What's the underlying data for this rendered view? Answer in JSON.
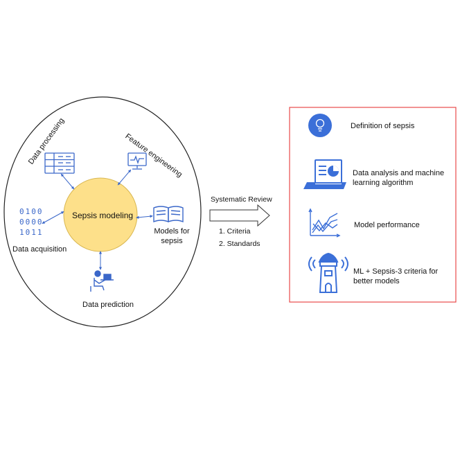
{
  "cycle": {
    "center_label": "Sepsis modeling",
    "nodes": {
      "data_processing": "Data processing",
      "feature_engineering": "Feature engineering",
      "data_acquisition": "Data acquisition",
      "models_for_sepsis": "Models for\nsepsis",
      "data_prediction": "Data prediction"
    },
    "binary_rows": [
      "0100",
      "0000",
      "1011"
    ]
  },
  "arrow": {
    "label": "Systematic Review",
    "items": [
      "1. Criteria",
      "2. Standards"
    ]
  },
  "panel": {
    "border_color": "#e84a4a",
    "accent_color": "#3b6fd8",
    "items": [
      {
        "icon": "lightbulb-icon",
        "text": "Definition of sepsis"
      },
      {
        "icon": "laptop-chart-icon",
        "text": "Data analysis and machine\nlearning algorithm"
      },
      {
        "icon": "line-chart-icon",
        "text": "Model performance"
      },
      {
        "icon": "lighthouse-icon",
        "text": "ML + Sepsis-3 criteria for\nbetter models"
      }
    ]
  }
}
